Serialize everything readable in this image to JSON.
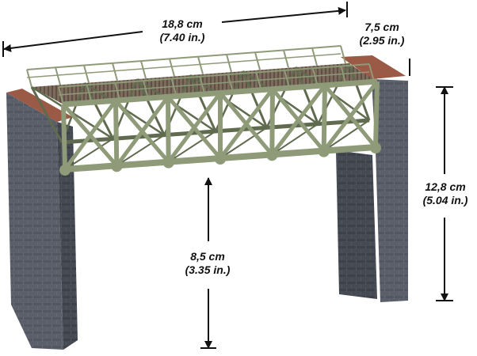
{
  "dimensions": {
    "length": {
      "metric": "18,8 cm",
      "imperial": "(7.40 in.)"
    },
    "width": {
      "metric": "7,5 cm",
      "imperial": "(2.95 in.)"
    },
    "total_height": {
      "metric": "12,8 cm",
      "imperial": "(5.04 in.)"
    },
    "clearance_height": {
      "metric": "8,5 cm",
      "imperial": "(3.35 in.)"
    }
  },
  "colors": {
    "truss": "#8f9a78",
    "truss_dark": "#5f6a4e",
    "deck": "#7a6a5a",
    "stone": "#5f6470",
    "stone_dark": "#3f434c",
    "pier_top": "#9a5a45",
    "arrow": "#111111"
  }
}
